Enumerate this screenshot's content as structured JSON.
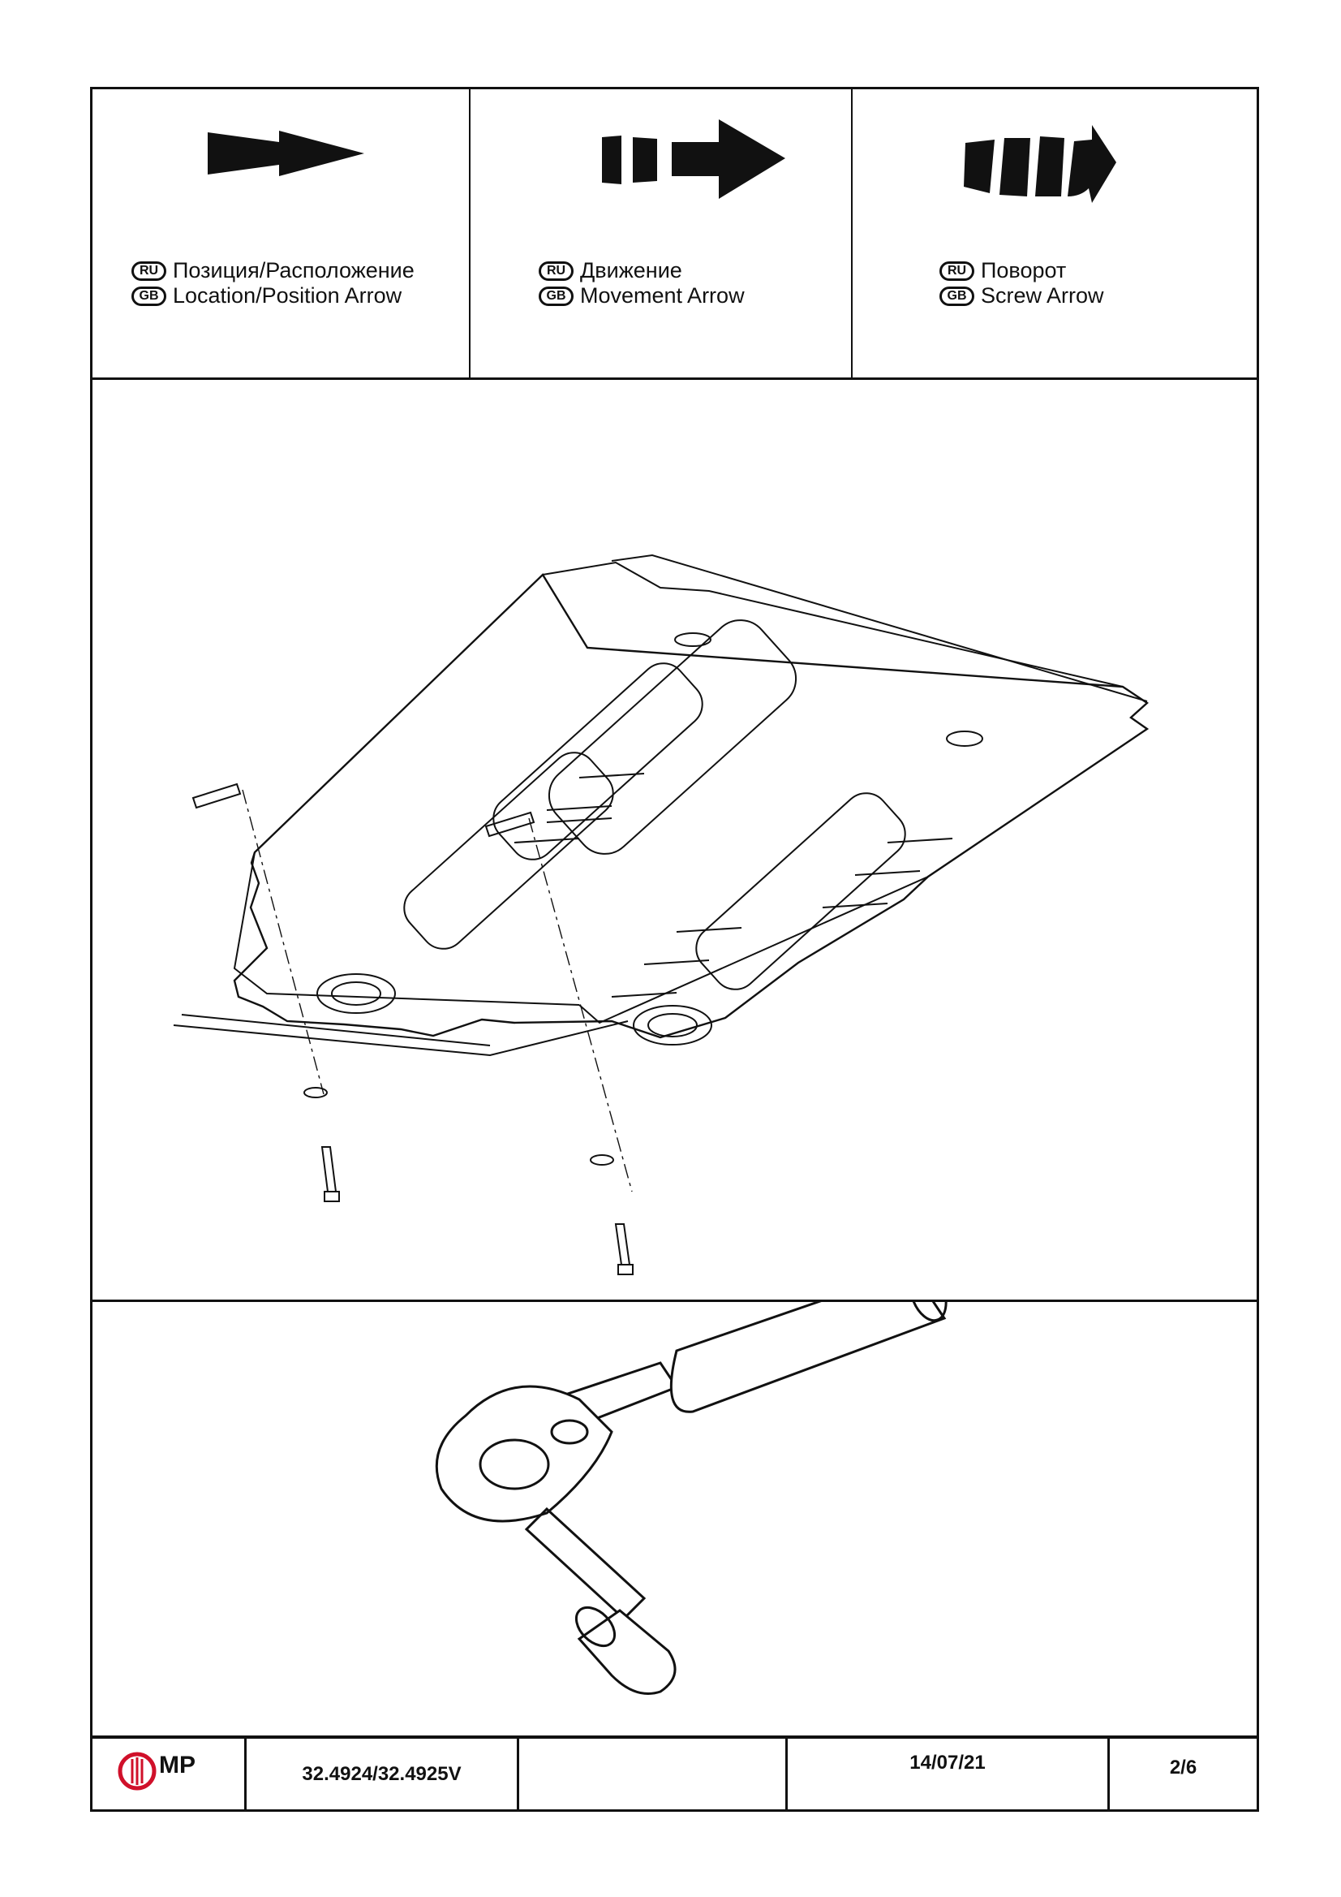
{
  "legend": [
    {
      "ru_badge": "RU",
      "gb_badge": "GB",
      "ru_text": "Позиция/Расположение",
      "gb_text": "Location/Position Arrow",
      "icon": "location-arrow-icon"
    },
    {
      "ru_badge": "RU",
      "gb_badge": "GB",
      "ru_text": "Движение",
      "gb_text": "Movement Arrow",
      "icon": "movement-arrow-icon"
    },
    {
      "ru_badge": "RU",
      "gb_badge": "GB",
      "ru_text": "Поворот",
      "gb_text": "Screw Arrow",
      "icon": "screw-arrow-icon"
    }
  ],
  "drawing": {
    "icon": "skid-plate-assembly-diagram"
  },
  "tool": {
    "icon": "ratchet-wrench-icon"
  },
  "title_block": {
    "logo_text": "MP",
    "part_number": "32.4924/32.4925V",
    "blank": "",
    "date": "14/07/21",
    "page": "2/6"
  },
  "colors": {
    "ink": "#111111",
    "logo_red": "#d0102a",
    "paper": "#ffffff"
  }
}
